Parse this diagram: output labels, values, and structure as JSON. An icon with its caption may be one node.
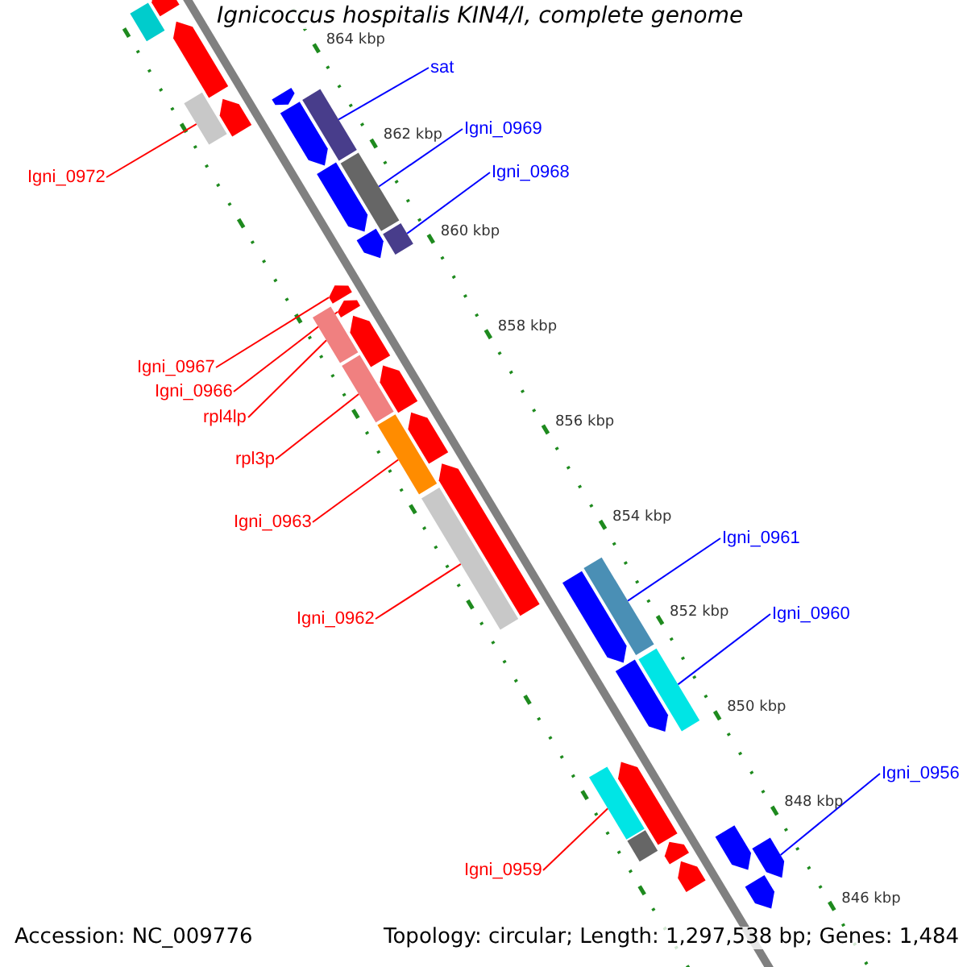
{
  "diagram": {
    "title": "Ignicoccus hospitalis KIN4/I, complete genome",
    "nodes": [
      {
        "text": [
          "Igni_0972"
        ]
      },
      {
        "text": [],
        "shape": "bar"
      },
      {
        "text": [
          "sat"
        ]
      },
      {
        "text": [],
        "shape": "bar"
      },
      {
        "text": [
          "Igni_0969"
        ]
      },
      {
        "text": [],
        "shape": "bar"
      },
      {
        "text": [
          "Igni_0968"
        ]
      },
      {
        "text": [],
        "shape": "bar"
      },
      {
        "text": [
          "Igni_0967"
        ]
      },
      {
        "text": [],
        "shape": "arrow"
      },
      {
        "text": [
          "Igni_0966"
        ]
      },
      {
        "text": [],
        "shape": "arrow"
      },
      {
        "text": [
          "rpl4lp"
        ]
      },
      {
        "text": [],
        "shape": "bar"
      },
      {
        "text": [
          "rpl3p"
        ]
      },
      {
        "text": [],
        "shape": "bar"
      },
      {
        "text": [
          "Igni_0963"
        ]
      },
      {
        "text": [],
        "shape": "bar"
      },
      {
        "text": [
          "Igni_0962"
        ]
      },
      {
        "text": [],
        "shape": "bar"
      },
      {
        "text": [
          "Igni_0961"
        ]
      },
      {
        "text": [],
        "shape": "bar"
      },
      {
        "text": [
          "Igni_0960"
        ]
      },
      {
        "text": [],
        "shape": "bar"
      },
      {
        "text": [
          "Igni_0956"
        ]
      },
      {
        "text": [],
        "shape": "arrow"
      },
      {
        "text": [
          "Igni_0959"
        ]
      },
      {
        "text": [],
        "shape": "bar"
      },
      {
        "text": [],
        "shape": "bar"
      },
      {
        "text": [],
        "shape": "arrow"
      },
      {
        "text": [],
        "shape": "arrow"
      },
      {
        "text": [],
        "shape": "arrow"
      },
      {
        "text": [],
        "shape": "arrow"
      },
      {
        "text": [],
        "shape": "arrow"
      },
      {
        "text": [],
        "shape": "arrow"
      },
      {
        "text": [],
        "shape": "arrow"
      },
      {
        "text": [],
        "shape": "arrow"
      },
      {
        "text": [],
        "shape": "arrow"
      },
      {
        "text": [],
        "shape": "arrow"
      },
      {
        "text": [],
        "shape": "arrow"
      },
      {
        "text": [],
        "shape": "arrow"
      },
      {
        "text": [],
        "shape": "arrow"
      },
      {
        "text": [],
        "shape": "arrow"
      },
      {
        "text": [],
        "shape": "bar"
      },
      {
        "text": [],
        "shape": "arrow"
      },
      {
        "text": [],
        "shape": "arrow"
      },
      {
        "text": [],
        "shape": "arrow"
      },
      {
        "text": [],
        "shape": "arrow"
      }
    ],
    "edges": [
      {
        "from": 0,
        "to": 1,
        "arrow": "none"
      },
      {
        "from": 2,
        "to": 3,
        "arrow": "none",
        "color": "#0000ff"
      },
      {
        "from": 4,
        "to": 5,
        "arrow": "none",
        "color": "#0000ff"
      },
      {
        "from": 6,
        "to": 7,
        "arrow": "none",
        "color": "#0000ff"
      },
      {
        "from": 8,
        "to": 9,
        "arrow": "none"
      },
      {
        "from": 10,
        "to": 11,
        "arrow": "none"
      },
      {
        "from": 12,
        "to": 13,
        "arrow": "none"
      },
      {
        "from": 14,
        "to": 15,
        "arrow": "none"
      },
      {
        "from": 16,
        "to": 17,
        "arrow": "none"
      },
      {
        "from": 18,
        "to": 19,
        "arrow": "none"
      },
      {
        "from": 20,
        "to": 21,
        "arrow": "none",
        "color": "#0000ff"
      },
      {
        "from": 22,
        "to": 23,
        "arrow": "none",
        "color": "#0000ff"
      },
      {
        "from": 24,
        "to": 25,
        "arrow": "none",
        "color": "#0000ff"
      },
      {
        "from": 26,
        "to": 27,
        "arrow": "none"
      }
    ],
    "labels": [
      "864 kbp",
      "862 kbp",
      "860 kbp",
      "858 kbp",
      "856 kbp",
      "854 kbp",
      "852 kbp",
      "850 kbp",
      "848 kbp",
      "846 kbp",
      "Accession: NC_009776",
      "Topology: circular; Length: 1,297,538 bp; Genes: 1,484"
    ]
  }
}
